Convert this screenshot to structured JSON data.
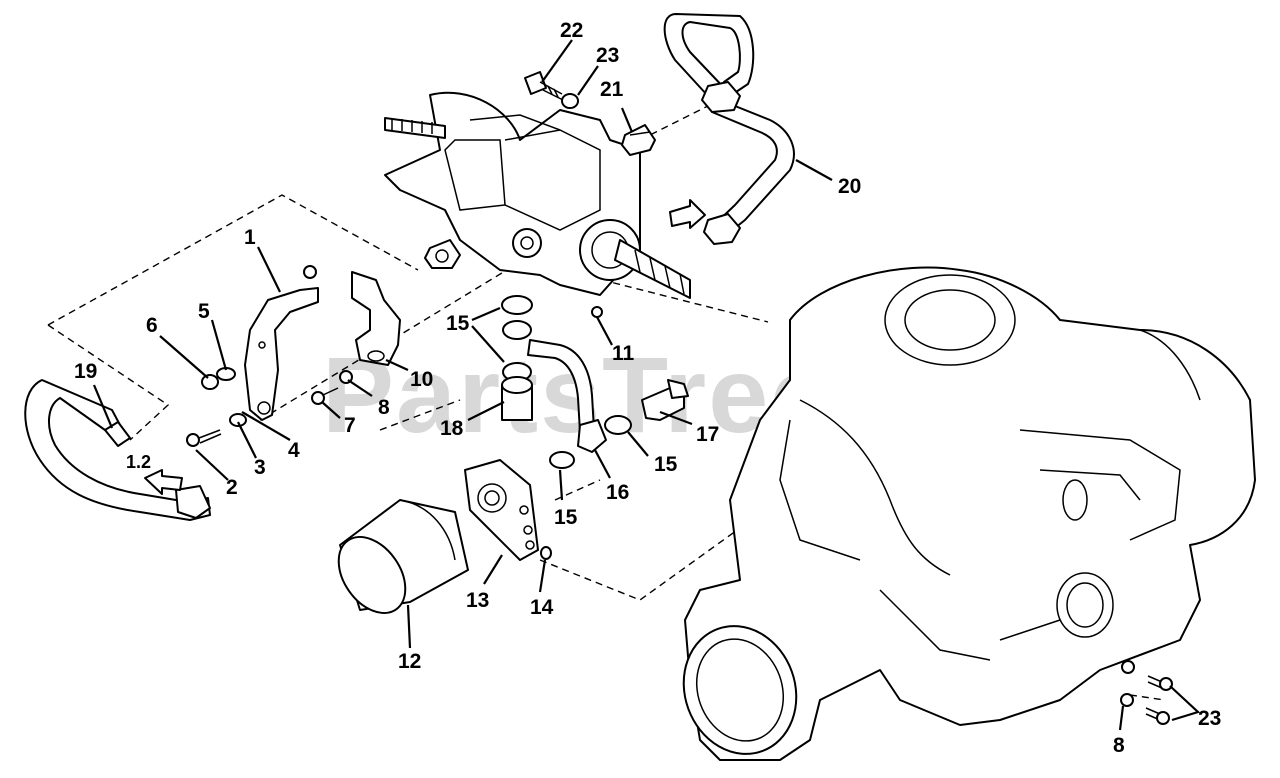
{
  "watermark": "PartsTree",
  "callouts": [
    {
      "label": "1"
    },
    {
      "label": "2"
    },
    {
      "label": "3"
    },
    {
      "label": "4"
    },
    {
      "label": "5"
    },
    {
      "label": "6"
    },
    {
      "label": "7"
    },
    {
      "label": "8"
    },
    {
      "label": "8"
    },
    {
      "label": "10"
    },
    {
      "label": "11"
    },
    {
      "label": "12"
    },
    {
      "label": "13"
    },
    {
      "label": "14"
    },
    {
      "label": "15"
    },
    {
      "label": "15"
    },
    {
      "label": "15"
    },
    {
      "label": "16"
    },
    {
      "label": "17"
    },
    {
      "label": "18"
    },
    {
      "label": "19"
    },
    {
      "label": "20"
    },
    {
      "label": "21"
    },
    {
      "label": "22"
    },
    {
      "label": "23"
    },
    {
      "label": "23"
    }
  ],
  "reference_note": "1.2"
}
